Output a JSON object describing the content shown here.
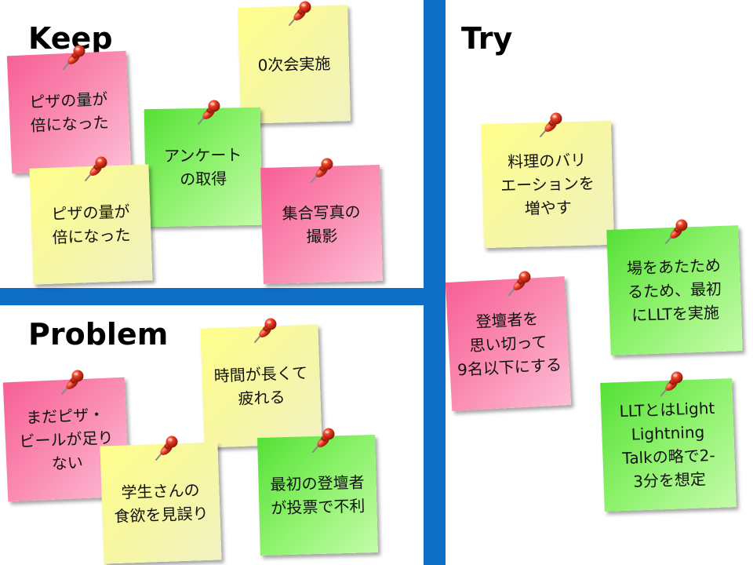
{
  "sections": {
    "keep": {
      "title": "Keep",
      "notes": [
        {
          "lines": [
            "0次会実施"
          ],
          "color": "yellow"
        },
        {
          "lines": [
            "ピザの量が",
            "倍になった"
          ],
          "color": "pink"
        },
        {
          "lines": [
            "ピザの量が",
            "倍になった"
          ],
          "color": "yellow"
        },
        {
          "lines": [
            "アンケート",
            "の取得"
          ],
          "color": "green"
        },
        {
          "lines": [
            "集合写真の",
            "撮影"
          ],
          "color": "pink"
        }
      ]
    },
    "problem": {
      "title": "Problem",
      "notes": [
        {
          "lines": [
            "時間が長くて",
            "疲れる"
          ],
          "color": "yellow"
        },
        {
          "lines": [
            "まだピザ・",
            "ビールが足り",
            "ない"
          ],
          "color": "pink"
        },
        {
          "lines": [
            "学生さんの",
            "食欲を見誤り"
          ],
          "color": "yellow"
        },
        {
          "lines": [
            "最初の登壇者",
            "が投票で不利"
          ],
          "color": "green"
        }
      ]
    },
    "try": {
      "title": "Try",
      "notes": [
        {
          "lines": [
            "料理のバリ",
            "エーションを",
            "増やす"
          ],
          "color": "yellow"
        },
        {
          "lines": [
            "登壇者を",
            "思い切って",
            "9名以下にする"
          ],
          "color": "pink"
        },
        {
          "lines": [
            "場をあたため",
            "るため、最初",
            "にLLTを実施"
          ],
          "color": "green"
        },
        {
          "lines": [
            "LLTとはLight",
            "Lightning",
            "Talkの略で2-",
            "3分を想定"
          ],
          "color": "green"
        }
      ]
    }
  },
  "colors": {
    "divider": "#0f6fc6",
    "yellow_note": "#ffff8c",
    "pink_note": "#f75f96",
    "green_note": "#55e036",
    "pin_head": "#e23a22"
  },
  "icons": {
    "pin": "push-pin-icon"
  }
}
